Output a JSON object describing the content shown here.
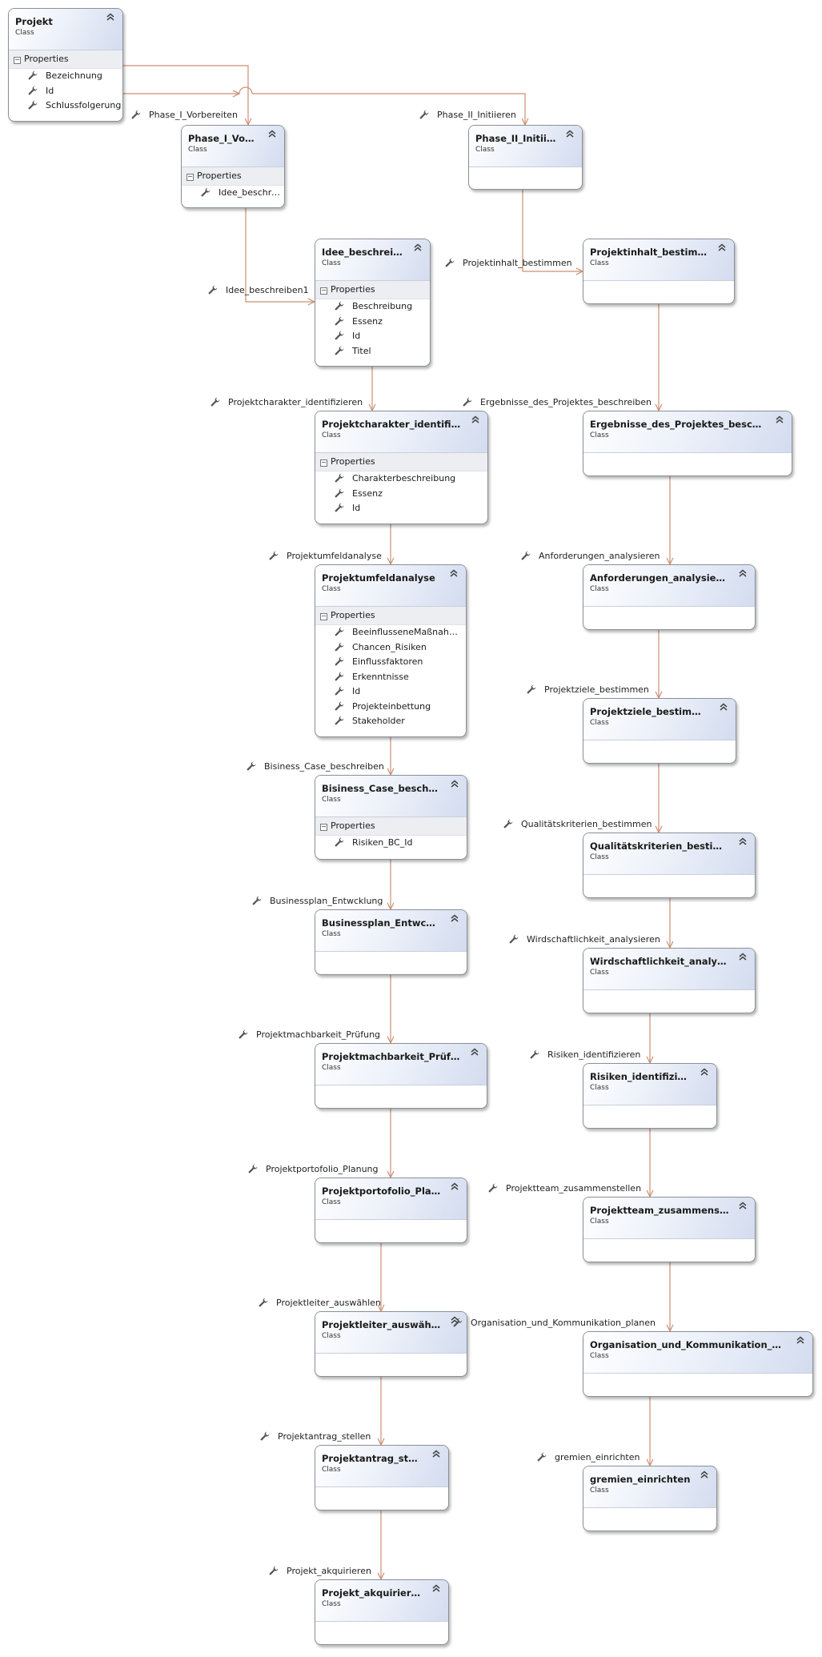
{
  "stereotype": "Class",
  "properties_group": "Properties",
  "classes": {
    "projekt": {
      "name": "Projekt",
      "properties": [
        "Bezeichnung",
        "Id",
        "Schlussfolgerung"
      ]
    },
    "phase1": {
      "name": "Phase_I_Vorbereiten",
      "properties": [
        "Idee_beschreiben"
      ]
    },
    "phase2": {
      "name": "Phase_II_Initiieren",
      "properties": []
    },
    "idee": {
      "name": "Idee_beschreiben",
      "properties": [
        "Beschreibung",
        "Essenz",
        "Id",
        "Titel"
      ]
    },
    "inhalt": {
      "name": "Projektinhalt_bestimmen",
      "properties": []
    },
    "charakter": {
      "name": "Projektcharakter_identifizier...",
      "properties": [
        "Charakterbeschreibung",
        "Essenz",
        "Id"
      ]
    },
    "ergebnisse": {
      "name": "Ergebnisse_des_Projektes_beschreiben",
      "properties": []
    },
    "umfeld": {
      "name": "Projektumfeldanalyse",
      "properties": [
        "BeeinflusseneMaßnahm...",
        "Chancen_Risiken",
        "Einflussfaktoren",
        "Erkenntnisse",
        "Id",
        "Projekteinbettung",
        "Stakeholder"
      ]
    },
    "anforderungen": {
      "name": "Anforderungen_analysieren",
      "properties": []
    },
    "ziele": {
      "name": "Projektziele_bestimmen",
      "properties": []
    },
    "bisiness": {
      "name": "Bisiness_Case_beschreiben",
      "properties": [
        "Risiken_BC_Id"
      ]
    },
    "qualitaet": {
      "name": "Qualitätskriterien_bestimmen",
      "properties": []
    },
    "businessplan": {
      "name": "Businessplan_Entwcklung",
      "properties": []
    },
    "wirtschaft": {
      "name": "Wirdschaftlichkeit_analysieren",
      "properties": []
    },
    "machbarkeit": {
      "name": "Projektmachbarkeit_Prüfung",
      "properties": []
    },
    "risiken": {
      "name": "Risiken_identifizieren",
      "properties": []
    },
    "portofolio": {
      "name": "Projektportofolio_Planung",
      "properties": []
    },
    "team": {
      "name": "Projektteam_zusammenstellen",
      "properties": []
    },
    "leiter": {
      "name": "Projektleiter_auswählen",
      "properties": []
    },
    "organisation": {
      "name": "Organisation_und_Kommunikation_planen",
      "properties": []
    },
    "antrag": {
      "name": "Projektantrag_stellen",
      "properties": []
    },
    "gremien": {
      "name": "gremien_einrichten",
      "properties": []
    },
    "akquirieren": {
      "name": "Projekt_akquirieren",
      "properties": []
    }
  },
  "associations": {
    "phase1": "Phase_I_Vorbereiten",
    "phase2": "Phase_II_Initiieren",
    "idee": "Idee_beschreiben1",
    "inhalt": "Projektinhalt_bestimmen",
    "charakter": "Projektcharakter_identifizieren",
    "ergebnisse": "Ergebnisse_des_Projektes_beschreiben",
    "umfeld": "Projektumfeldanalyse",
    "anforderungen": "Anforderungen_analysieren",
    "ziele": "Projektziele_bestimmen",
    "bisiness": "Bisiness_Case_beschreiben",
    "qualitaet": "Qualitätskriterien_bestimmen",
    "businessplan": "Businessplan_Entwcklung",
    "wirtschaft": "Wirdschaftlichkeit_analysieren",
    "machbarkeit": "Projektmachbarkeit_Prüfung",
    "risiken": "Risiken_identifizieren",
    "portofolio": "Projektportofolio_Planung",
    "team": "Projektteam_zusammenstellen",
    "leiter": "Projektleiter_auswählen",
    "organisation": "Organisation_und_Kommunikation_planen",
    "antrag": "Projektantrag_stellen",
    "gremien": "gremien_einrichten",
    "akquirieren": "Projekt_akquirieren"
  },
  "colors": {
    "connector": "#cc8f72",
    "header_grad_end": "#d3dcef",
    "border": "#8a8f99"
  }
}
